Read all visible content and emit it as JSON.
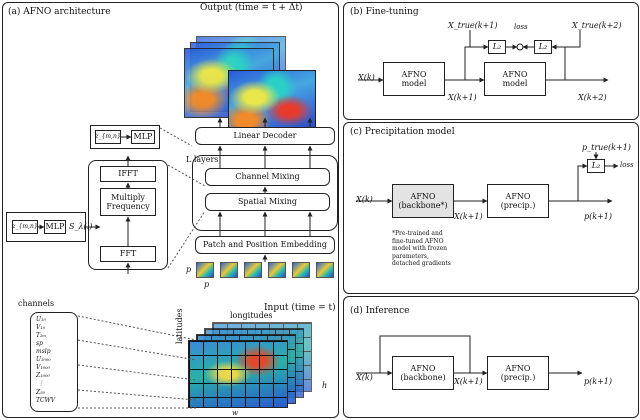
{
  "panel_a": {
    "title": "(a) AFNO architecture",
    "output_label": "Output (time = t + Δt)",
    "input_label": "Input (time = t)",
    "linear_decoder": "Linear Decoder",
    "l_layers": "L layers",
    "channel_mixing": "Channel Mixing",
    "spatial_mixing": "Spatial Mixing",
    "patch_embedding": "Patch and Position Embedding",
    "ifft": "IFFT",
    "multiply_frequency": "Multiply\nFrequency",
    "fft": "FFT",
    "mlp_top": "MLP",
    "mlp_bottom": "MLP",
    "z_top": "z_{m,n}",
    "z_bottom": "z_{m,n}",
    "s_lambda": "S_λ(.)",
    "patch_p_side": "p",
    "patch_p_bottom": "p",
    "longitudes": "longitudes",
    "latitudes": "latitudes",
    "w_label": "w",
    "h_label": "h",
    "channels_title": "channels",
    "channels": [
      "U₁₀",
      "V₁₀",
      "T₂ₘ",
      "sp",
      "mslp",
      "U₁₀₀₀",
      "V₁₀₀₀",
      "Z₁₀₀₀",
      "⋮",
      "Z₅₀",
      "TCWV"
    ]
  },
  "panel_b": {
    "title": "(b) Fine-tuning",
    "x_k": "X(k)",
    "afno1": "AFNO\nmodel",
    "afno2": "AFNO\nmodel",
    "x_k1": "X(k+1)",
    "x_k2": "X(k+2)",
    "x_true_k1": "X_true(k+1)",
    "x_true_k2": "X_true(k+2)",
    "loss": "loss",
    "l2a": "L₂",
    "l2b": "L₂"
  },
  "panel_c": {
    "title": "(c) Precipitation model",
    "x_k": "X(k)",
    "afno_backbone": "AFNO\n(backbone*)",
    "afno_precip": "AFNO\n(precip.)",
    "x_k1": "X(k+1)",
    "p_k1": "p(k+1)",
    "p_true": "p_true(k+1)",
    "l2": "L₂",
    "loss": "loss",
    "footnote": "*Pre-trained and\nfine-tuned AFNO\nmodel with frozen\nparameters,\ndetached gradients"
  },
  "panel_d": {
    "title": "(d) Inference",
    "x_k": "X(k)",
    "afno_backbone": "AFNO\n(backbone)",
    "afno_precip": "AFNO\n(precip.)",
    "x_k1": "X(k+1)",
    "p_k1": "p(k+1)"
  }
}
